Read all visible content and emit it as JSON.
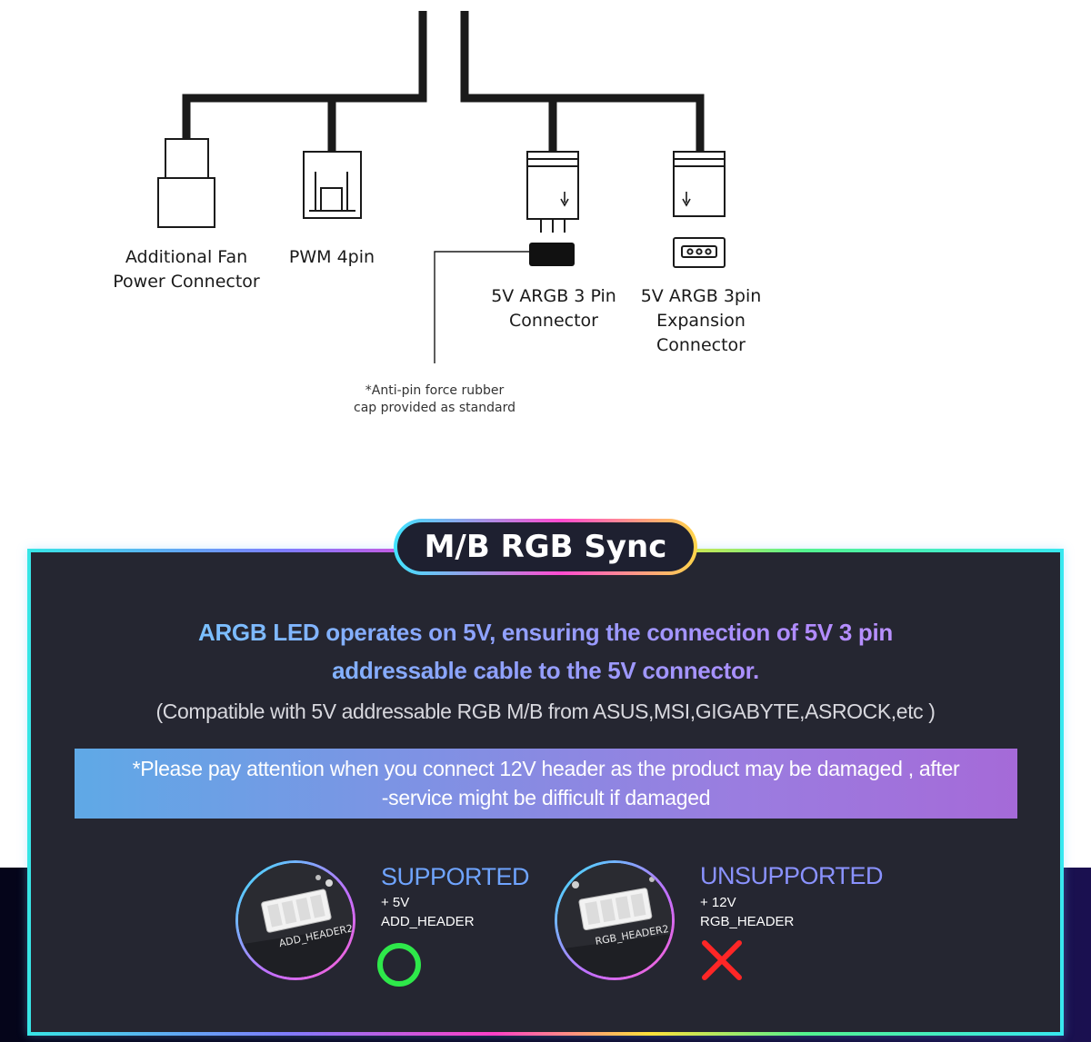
{
  "diagram": {
    "connectors": [
      {
        "name": "additional-fan",
        "label": "Additional Fan\nPower Connector"
      },
      {
        "name": "pwm",
        "label": "PWM 4pin"
      },
      {
        "name": "argb-3pin",
        "label": "5V ARGB 3 Pin\nConnector"
      },
      {
        "name": "argb-expansion",
        "label": "5V ARGB 3pin\nExpansion\nConnector"
      }
    ],
    "note": "*Anti-pin force rubber\ncap provided as standard"
  },
  "sync": {
    "title": "M/B RGB Sync",
    "headline_line1": "ARGB LED operates on 5V, ensuring  the connection of 5V 3 pin",
    "headline_line2": "addressable cable to the 5V connector.",
    "compat": "(Compatible with 5V addressable RGB M/B  from ASUS,MSI,GIGABYTE,ASROCK,etc )",
    "warning": "*Please pay attention when you connect 12V header as the product may be damaged , after\n-service might be difficult if damaged",
    "supported": {
      "title": "SUPPORTED",
      "voltage": "+ 5V",
      "header": "ADD_HEADER",
      "color": "#6fa4ff",
      "mark_color": "#2ee84a",
      "header_print": "ADD_HEADER2"
    },
    "unsupported": {
      "title": "UNSUPPORTED",
      "voltage": "+ 12V",
      "header": "RGB_HEADER",
      "color": "#8a92ff",
      "mark_color": "#ff2626",
      "header_print": "RGB_HEADER2"
    }
  }
}
